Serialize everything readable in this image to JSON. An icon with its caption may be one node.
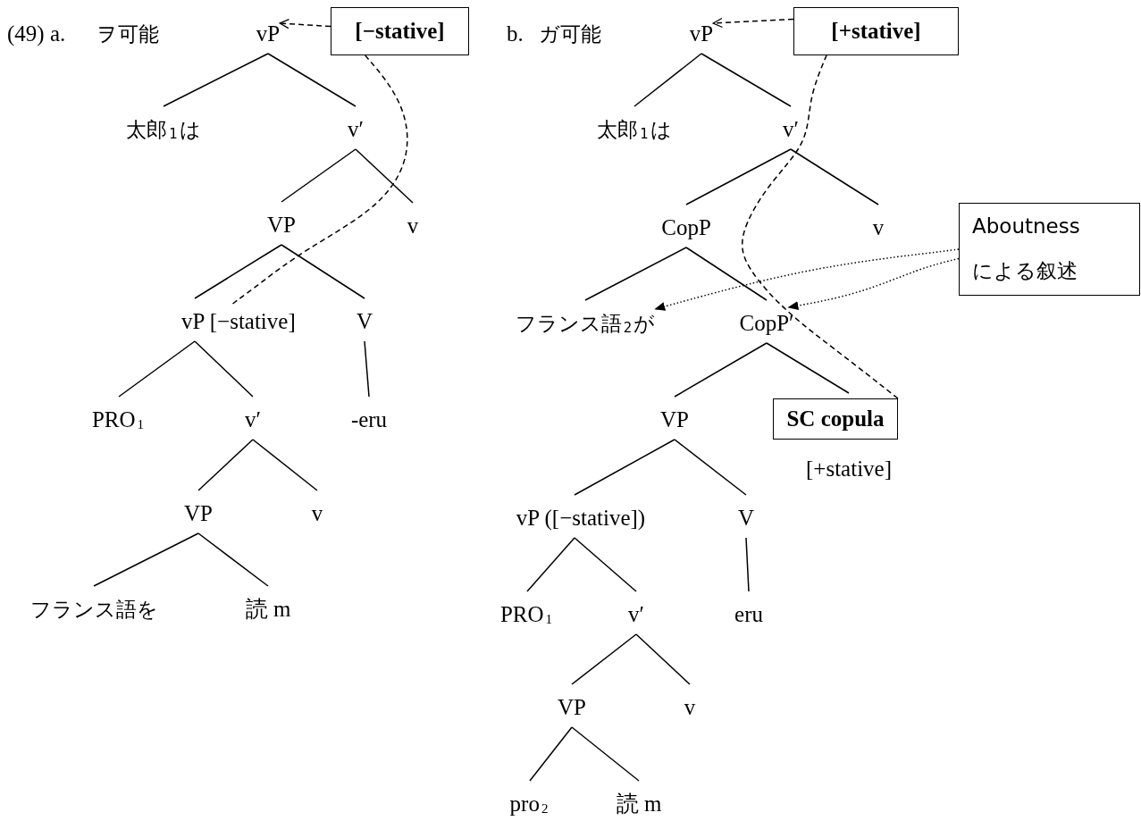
{
  "diagram": {
    "nodes": [
      {
        "text": [
          "vP"
        ]
      },
      {
        "text": [
          "[−stative]"
        ]
      },
      {
        "text": [
          "太郎$_{1}$は"
        ]
      },
      {
        "text": [
          "v′"
        ]
      },
      {
        "text": [
          "VP"
        ]
      },
      {
        "text": [
          "v"
        ]
      },
      {
        "text": [
          "vP [−stative]"
        ]
      },
      {
        "text": [
          "V"
        ]
      },
      {
        "text": [
          "PRO$_{1}$"
        ]
      },
      {
        "text": [
          "v′"
        ]
      },
      {
        "text": [
          "-eru"
        ]
      },
      {
        "text": [
          "VP"
        ]
      },
      {
        "text": [
          "v"
        ]
      },
      {
        "text": [
          "フランス語を"
        ]
      },
      {
        "text": [
          "読 m"
        ]
      },
      {
        "text": [
          "vP"
        ]
      },
      {
        "text": [
          "[+stative]"
        ]
      },
      {
        "text": [
          "太郎$_{1}$は"
        ]
      },
      {
        "text": [
          "v′"
        ]
      },
      {
        "text": [
          "CopP"
        ]
      },
      {
        "text": [
          "v"
        ]
      },
      {
        "text": [
          "Aboutness による叙述"
        ]
      },
      {
        "text": [
          "フランス語$_{2}$が"
        ]
      },
      {
        "text": [
          "CopP′"
        ]
      },
      {
        "text": [
          "VP"
        ]
      },
      {
        "text": [
          "SC copula"
        ],
        "beside": [
          "[+stative]"
        ]
      },
      {
        "text": [
          "vP ([−stative])"
        ]
      },
      {
        "text": [
          "V"
        ]
      },
      {
        "text": [
          "PRO$_{1}$"
        ]
      },
      {
        "text": [
          "v′"
        ]
      },
      {
        "text": [
          "eru"
        ]
      },
      {
        "text": [
          "VP"
        ]
      },
      {
        "text": [
          "v"
        ]
      },
      {
        "text": [
          "pro$_{2}$"
        ]
      },
      {
        "text": [
          "読 m"
        ]
      }
    ],
    "edges": [
      {
        "from": 0,
        "to": 2,
        "arrow": "none"
      },
      {
        "from": 0,
        "to": 3,
        "arrow": "none"
      },
      {
        "from": 3,
        "to": 4,
        "arrow": "none"
      },
      {
        "from": 3,
        "to": 5,
        "arrow": "none"
      },
      {
        "from": 4,
        "to": 6,
        "arrow": "none"
      },
      {
        "from": 4,
        "to": 7,
        "arrow": "none"
      },
      {
        "from": 6,
        "to": 8,
        "arrow": "none"
      },
      {
        "from": 6,
        "to": 9,
        "arrow": "none"
      },
      {
        "from": 7,
        "to": 10,
        "arrow": "none"
      },
      {
        "from": 9,
        "to": 11,
        "arrow": "none"
      },
      {
        "from": 9,
        "to": 12,
        "arrow": "none"
      },
      {
        "from": 11,
        "to": 13,
        "arrow": "none"
      },
      {
        "from": 11,
        "to": 14,
        "arrow": "none"
      },
      {
        "from": 15,
        "to": 17,
        "arrow": "none"
      },
      {
        "from": 15,
        "to": 18,
        "arrow": "none"
      },
      {
        "from": 18,
        "to": 19,
        "arrow": "none"
      },
      {
        "from": 18,
        "to": 20,
        "arrow": "none"
      },
      {
        "from": 19,
        "to": 22,
        "arrow": "none"
      },
      {
        "from": 19,
        "to": 23,
        "arrow": "none"
      },
      {
        "from": 23,
        "to": 24,
        "arrow": "none"
      },
      {
        "from": 23,
        "to": 25,
        "arrow": "none"
      },
      {
        "from": 24,
        "to": 26,
        "arrow": "none"
      },
      {
        "from": 24,
        "to": 27,
        "arrow": "none"
      },
      {
        "from": 26,
        "to": 28,
        "arrow": "none"
      },
      {
        "from": 26,
        "to": 29,
        "arrow": "none"
      },
      {
        "from": 27,
        "to": 30,
        "arrow": "none"
      },
      {
        "from": 29,
        "to": 31,
        "arrow": "none"
      },
      {
        "from": 29,
        "to": 32,
        "arrow": "none"
      },
      {
        "from": 31,
        "to": 33,
        "arrow": "none"
      },
      {
        "from": 31,
        "to": 34,
        "arrow": "none"
      },
      {
        "from": 6,
        "to": 1,
        "arrow": "none",
        "style": "dashed"
      },
      {
        "from": 1,
        "to": 0,
        "arrow": "to",
        "style": "dashed"
      },
      {
        "from": 25,
        "to": 16,
        "arrow": "none",
        "style": "dashed"
      },
      {
        "from": 16,
        "to": 15,
        "arrow": "to",
        "style": "dashed"
      },
      {
        "from": 21,
        "to": 22,
        "arrow": "to",
        "style": "dashed"
      },
      {
        "from": 21,
        "to": 23,
        "arrow": "to",
        "style": "dashed"
      }
    ],
    "labels": [
      "(49) a.",
      "ヲ可能",
      "b.",
      "ガ可能"
    ]
  }
}
